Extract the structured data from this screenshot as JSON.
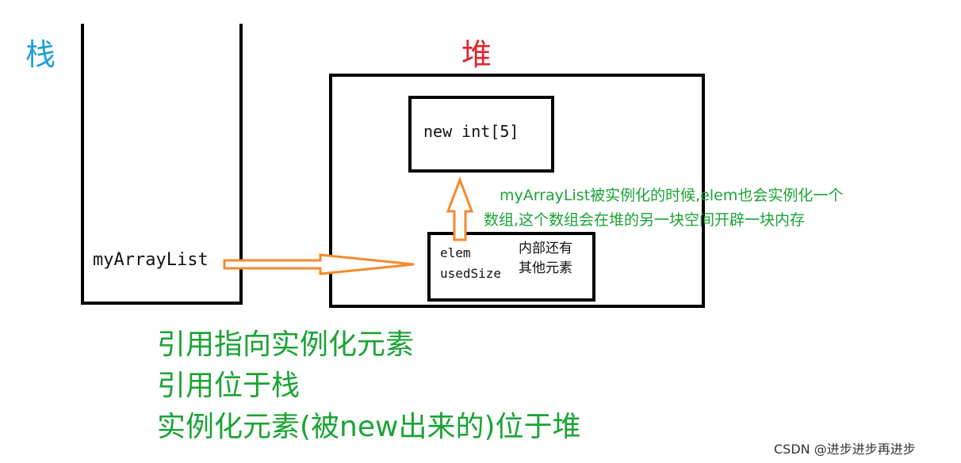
{
  "labels": {
    "stack": "栈",
    "heap": "堆"
  },
  "boxes": {
    "array": "new int[5]",
    "reference": "myArrayList",
    "field_elem": "elem",
    "field_used_size": "usedSize",
    "internal_line1": "内部还有",
    "internal_line2": "其他元素"
  },
  "notes": {
    "line1": "myArrayList被实例化的时候,elem也会实例化一个",
    "line2": "数组,这个数组会在堆的另一块空间开辟一块内存"
  },
  "captions": [
    "引用指向实例化元素",
    "引用位于栈",
    "实例化元素(被new出来的)位于堆"
  ],
  "footer": "CSDN @进步进步再进步",
  "colors": {
    "stack_label": "#1e9fd8",
    "heap_label": "#e0252e",
    "caption": "#1aa335",
    "arrow": "#f7882b"
  }
}
